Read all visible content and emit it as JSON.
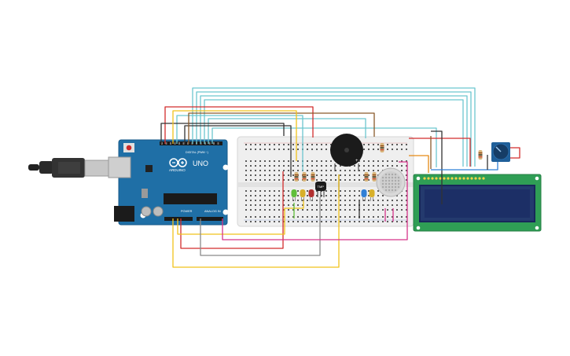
{
  "board": {
    "logo_text": "ARDUINO",
    "model": "UNO",
    "header_digital": "DIGITAL (PWM ~)",
    "label_power": "POWER",
    "label_analog": "ANALOG IN"
  },
  "sensor": {
    "label": "TMP"
  },
  "colors": {
    "board": "#1f6fa6",
    "breadboard": "#efefef",
    "lcd_pcb": "#2f9e55",
    "lcd_screen": "#1c2f66",
    "wire_cyan": "#6cc6cf",
    "wire_red": "#d22c2c",
    "wire_black": "#333333",
    "wire_brown": "#8a5a2b",
    "wire_yellow": "#f1c21b",
    "wire_gray": "#8a8a8a",
    "wire_magenta": "#d6348a",
    "wire_orange": "#e58a16",
    "wire_green": "#5fbf3b",
    "wire_blue": "#2f7fd6"
  }
}
